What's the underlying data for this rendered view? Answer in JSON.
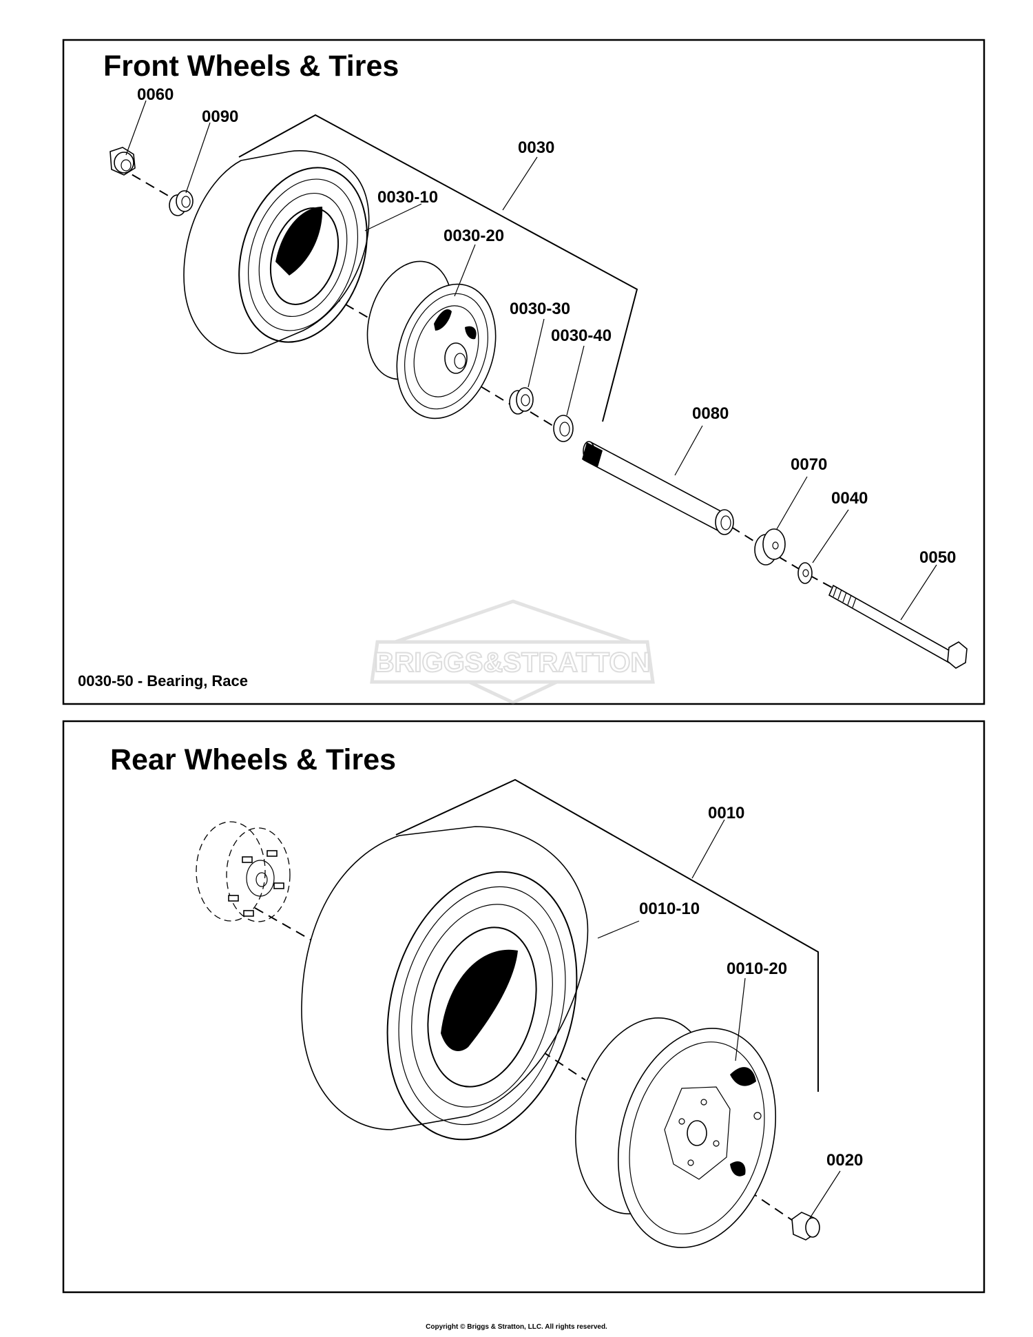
{
  "front": {
    "title": "Front Wheels & Tires",
    "note": "0030-50 - Bearing, Race",
    "callouts": {
      "c0060": "0060",
      "c0090": "0090",
      "c0030": "0030",
      "c0030_10": "0030-10",
      "c0030_20": "0030-20",
      "c0030_30": "0030-30",
      "c0030_40": "0030-40",
      "c0080": "0080",
      "c0070": "0070",
      "c0040": "0040",
      "c0050": "0050"
    }
  },
  "rear": {
    "title": "Rear Wheels & Tires",
    "callouts": {
      "c0010": "0010",
      "c0010_10": "0010-10",
      "c0010_20": "0010-20",
      "c0020": "0020"
    }
  },
  "watermark": "BRIGGS&STRATTON",
  "copyright": "Copyright © Briggs & Stratton, LLC. All rights reserved."
}
